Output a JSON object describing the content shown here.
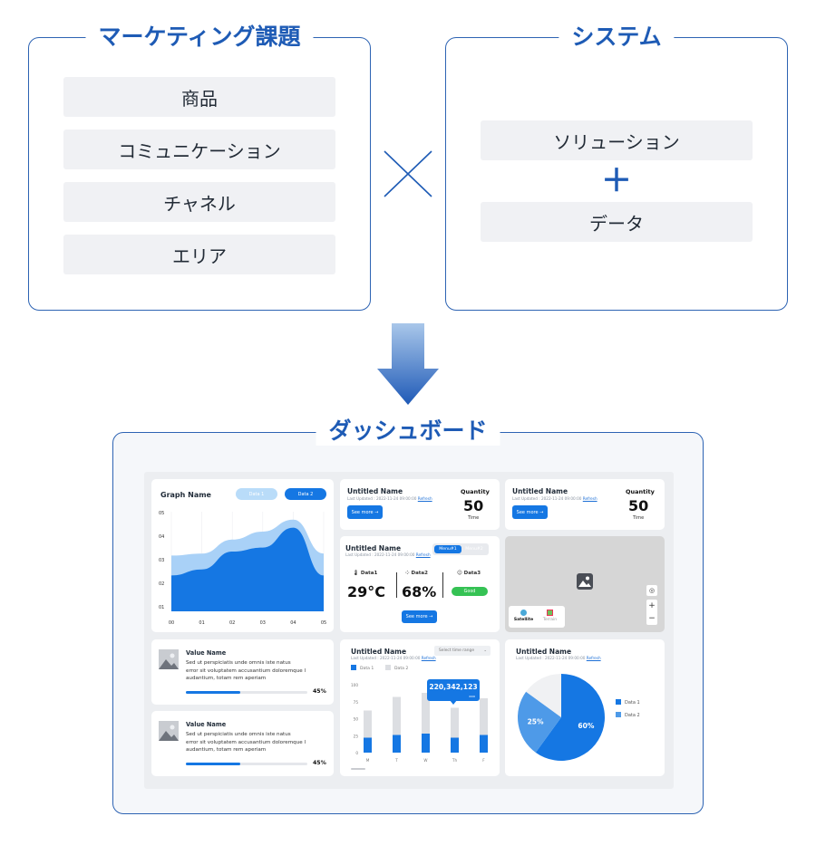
{
  "marketing": {
    "title": "マーケティング課題",
    "items": [
      "商品",
      "コミュニケーション",
      "チャネル",
      "エリア"
    ]
  },
  "system": {
    "title": "システム",
    "items": [
      "ソリューション",
      "データ"
    ],
    "plus": "＋"
  },
  "dashboard": {
    "title": "ダッシュボード",
    "graph_card": {
      "title": "Graph Name",
      "toggle": [
        "Data 1",
        "Data 2"
      ],
      "chart_data": {
        "type": "area",
        "x": [
          "00",
          "01",
          "02",
          "03",
          "04",
          "05"
        ],
        "y_ticks": [
          "05",
          "04",
          "03",
          "02",
          "01"
        ],
        "series": [
          {
            "name": "Data 1",
            "values": [
              2.8,
              2.9,
              3.6,
              4.0,
              4.6,
              2.9
            ],
            "color": "#a9d1f7"
          },
          {
            "name": "Data 2",
            "values": [
              1.8,
              2.1,
              3.0,
              3.2,
              4.2,
              1.8
            ],
            "color": "#1577e3"
          }
        ],
        "ylim": [
          0,
          5
        ]
      }
    },
    "qty_card_1": {
      "title": "Untitled Name",
      "updated": "Last Updated : 2022-11-24 09:00:00",
      "refresh": "Refresh",
      "qty_label": "Quantity",
      "qty_value": "50",
      "qty_unit": "Time",
      "see_more": "See more →"
    },
    "qty_card_2": {
      "title": "Untitled Name",
      "updated": "Last Updated : 2022-11-24 09:00:00",
      "refresh": "Refresh",
      "qty_label": "Quantity",
      "qty_value": "50",
      "qty_unit": "Time",
      "see_more": "See more →"
    },
    "sensor_card": {
      "title": "Untitled Name",
      "updated": "Last Updated : 2022-11-24 09:00:00",
      "refresh": "Refresh",
      "menus": [
        "Menu#1",
        "Menu#2"
      ],
      "d1_label": "Data1",
      "d1_value": "29°C",
      "d2_label": "Data2",
      "d2_value": "68%",
      "d3_label": "Data3",
      "d3_value": "Good",
      "see_more": "See more →"
    },
    "map_card": {
      "layers": [
        "Satellite",
        "Terrain"
      ],
      "zoom_in": "+",
      "zoom_out": "−"
    },
    "value_cards": [
      {
        "title": "Value Name",
        "text": [
          "Sed ut perspiciatis unde omnis iste natus",
          "error sit voluptatem accusantium doloremque l",
          "audantium, totam rem aperiam"
        ],
        "percent": "45%",
        "progress": 0.45
      },
      {
        "title": "Value Name",
        "text": [
          "Sed ut perspiciatis unde omnis iste natus",
          "error sit voluptatem accusantium doloremque l",
          "audantium, totam rem aperiam"
        ],
        "percent": "45%",
        "progress": 0.45
      }
    ],
    "bar_card": {
      "title": "Untitled Name",
      "updated": "Last Updated : 2022-11-24 09:00:00",
      "refresh": "Refresh",
      "select_placeholder": "Select time range",
      "tooltip_value": "220,342,123",
      "tooltip_unit": "xxx",
      "chart_data": {
        "type": "bar",
        "categories": [
          "M",
          "T",
          "W",
          "Th",
          "F"
        ],
        "y_ticks": [
          "100",
          "75",
          "50",
          "25",
          "0"
        ],
        "ylim": [
          0,
          100
        ],
        "series": [
          {
            "name": "Data 1",
            "values": [
              22,
              26,
              28,
              22,
              26
            ],
            "color": "#1577e3"
          },
          {
            "name": "Data 2",
            "values": [
              40,
              56,
              60,
              44,
              54
            ],
            "color": "#dcdee2"
          }
        ]
      }
    },
    "pie_card": {
      "title": "Untitled Name",
      "updated": "Last Updated : 2022-11-24 09:00:00",
      "refresh": "Refresh",
      "chart_data": {
        "type": "pie",
        "slices": [
          {
            "name": "Data 1",
            "value": 60,
            "label": "60%",
            "color": "#1577e3"
          },
          {
            "name": "Data 2",
            "value": 25,
            "label": "25%",
            "color": "#4e9ae8"
          },
          {
            "name": "",
            "value": 15,
            "label": "",
            "color": "#f0f1f3"
          }
        ]
      }
    }
  }
}
